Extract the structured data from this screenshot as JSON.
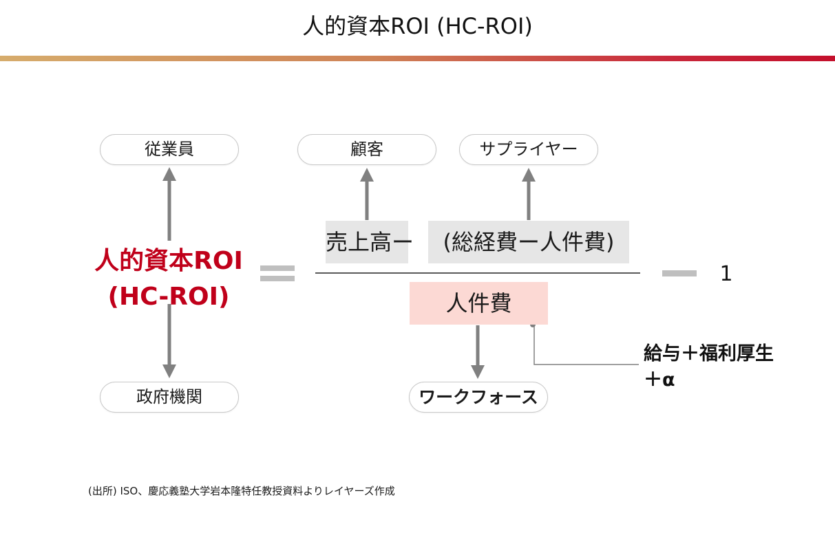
{
  "header": {
    "title": "人的資本ROI (HC-ROI)"
  },
  "stakeholders": {
    "employees": "従業員",
    "customers": "顧客",
    "suppliers": "サプライヤー",
    "government": "政府機関",
    "workforce": "ワークフォース"
  },
  "formula": {
    "lhs_line1": "人的資本ROI",
    "lhs_line2": "(HC-ROI)",
    "numerator_left": "売上高ー",
    "numerator_right": "(総経費ー人件費)",
    "denominator": "人件費",
    "minus_one": "1"
  },
  "annotation": {
    "line1": "給与＋福利厚生",
    "line2": "＋α"
  },
  "footer": {
    "source": "(出所) ISO、慶応義塾大学岩本隆特任教授資料よりレイヤーズ作成"
  },
  "colors": {
    "accent_red": "#c0001a",
    "numerator_bg": "#e6e6e6",
    "denominator_bg": "#fcd9d4",
    "arrow_gray": "#808080",
    "operator_gray": "#bfbfbf"
  }
}
